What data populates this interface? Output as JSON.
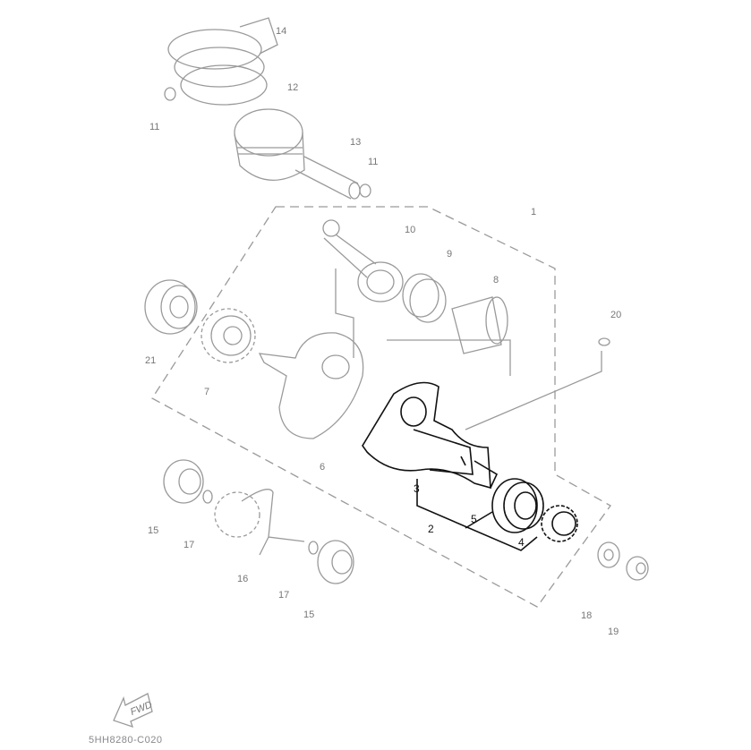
{
  "diagram": {
    "code": "5HH8280-C020",
    "fwd_label": "FWD",
    "callouts": [
      "14",
      "12",
      "11",
      "13",
      "11",
      "1",
      "10",
      "9",
      "8",
      "20",
      "21",
      "7",
      "6",
      "3",
      "2",
      "5",
      "4",
      "15",
      "17",
      "16",
      "17",
      "15",
      "18",
      "19"
    ],
    "colors": {
      "faded_parts": "#9a9a9a",
      "highlighted_parts": "#111111"
    }
  }
}
